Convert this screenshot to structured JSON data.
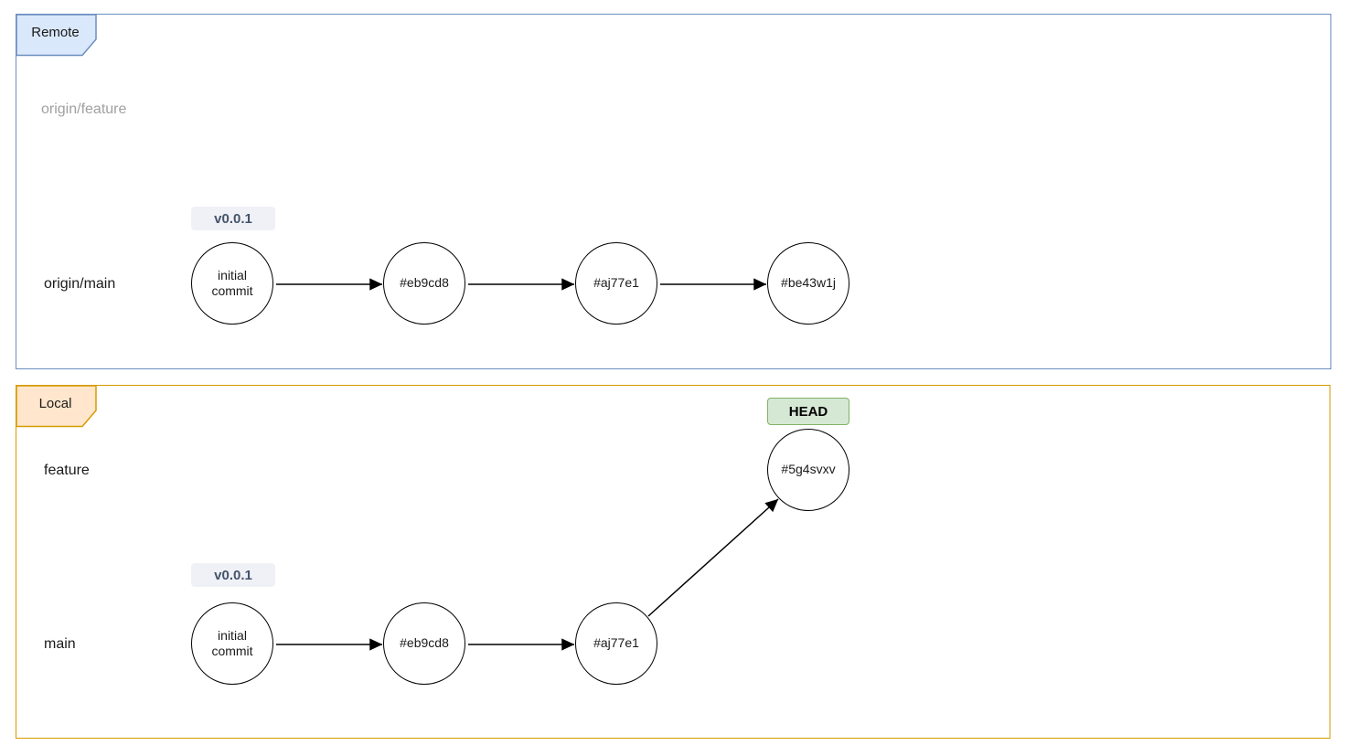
{
  "colors": {
    "remote_fill": "#dae8fc",
    "remote_border": "#6c8ebf",
    "local_fill": "#ffe6cc",
    "local_border": "#d79b00",
    "head_fill": "#d5e8d4",
    "head_border": "#82b366",
    "tag_fill": "#f0f1f6",
    "tag_text": "#44546b",
    "muted_text": "#a0a0a0",
    "node_border": "#000000",
    "text": "#1a1a1a"
  },
  "remote": {
    "tab_label": "Remote",
    "branches": [
      {
        "name": "origin/feature"
      },
      {
        "name": "origin/main"
      }
    ],
    "tag_label": "v0.0.1",
    "commits": [
      {
        "label": "initial commit"
      },
      {
        "label": "#eb9cd8"
      },
      {
        "label": "#aj77e1"
      },
      {
        "label": "#be43w1j"
      }
    ]
  },
  "local": {
    "tab_label": "Local",
    "head_label": "HEAD",
    "tag_label": "v0.0.1",
    "branches": [
      {
        "name": "feature"
      },
      {
        "name": "main"
      }
    ],
    "feature_commit": {
      "label": "#5g4svxv"
    },
    "main_commits": [
      {
        "label": "initial commit"
      },
      {
        "label": "#eb9cd8"
      },
      {
        "label": "#aj77e1"
      }
    ]
  }
}
